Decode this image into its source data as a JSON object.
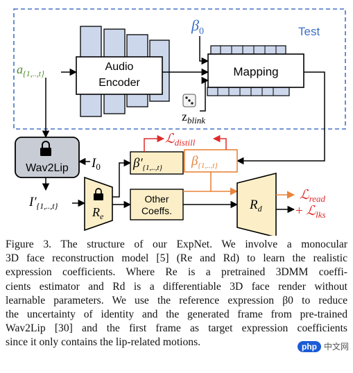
{
  "diagram": {
    "test_label": "Test",
    "audio_encoder": {
      "line1": "Audio",
      "line2": "Encoder"
    },
    "mapping_label": "Mapping",
    "wav2lip_label": "Wav2Lip",
    "other_coeffs": {
      "line1": "Other",
      "line2": "Coeffs."
    },
    "input_audio": "a{1,..,t}",
    "beta0": "β0",
    "z_blink": "zblink",
    "i0": "I0",
    "i_prime": "I′{1,..,t}",
    "re": "Re",
    "rd": "Rd",
    "beta_prime": "β′{1,..,t}",
    "beta": "β{1,..,t}",
    "l_distill": "ℒdistill",
    "l_read": "ℒread",
    "l_lks": "+ ℒlks"
  },
  "caption": {
    "lines": [
      "Figure 3. The structure of our ExpNet. We involve a monocular",
      "3D face reconstruction model [5] (Re and Rd) to learn the realistic",
      "expression coefficients. Where Re is a pretrained 3DMM coeffi-",
      "cients estimator and Rd is a differentiable 3D face render without",
      "learnable parameters. We use the reference expression β0 to reduce",
      "the uncertainty of identity and the generated frame from pre-trained",
      "Wav2Lip [30] and the first frame as target expression coefficients",
      "since it only contains the lip-related motions."
    ]
  },
  "watermark": {
    "badge": "php",
    "text": "中文网"
  },
  "colors": {
    "dashed_border": "#4472c4",
    "test_text": "#3a6fc4",
    "audio_input": "#4e8a2e",
    "beta0": "#3a6fc4",
    "encoder_blocks": "#cdd7ec",
    "loss_red": "#e02a2a",
    "beta_orange": "#e8843a",
    "pale_yellow": "#fcefc8",
    "wav2lip_fill": "#c8ccd4"
  }
}
